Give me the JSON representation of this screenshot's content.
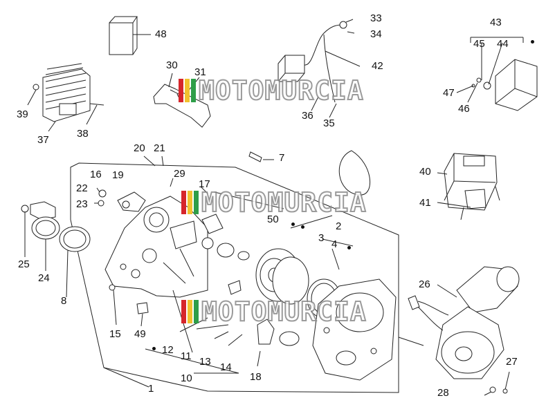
{
  "diagram": {
    "labels": {
      "l1": "1",
      "l2": "2",
      "l3": "3",
      "l4": "4",
      "l7": "7",
      "l8": "8",
      "l10": "10",
      "l11": "11",
      "l12": "12",
      "l13": "13",
      "l14": "14",
      "l15": "15",
      "l16": "16",
      "l17": "17",
      "l18": "18",
      "l19": "19",
      "l20": "20",
      "l21": "21",
      "l22": "22",
      "l23": "23",
      "l24": "24",
      "l25": "25",
      "l26": "26",
      "l27": "27",
      "l28": "28",
      "l29": "29",
      "l30": "30",
      "l31": "31",
      "l33": "33",
      "l34": "34",
      "l35": "35",
      "l36": "36",
      "l37": "37",
      "l38": "38",
      "l39": "39",
      "l40": "40",
      "l41": "41",
      "l42": "42",
      "l43": "43",
      "l44": "44",
      "l45": "45",
      "l46": "46",
      "l47": "47",
      "l48": "48",
      "l49": "49",
      "l50": "50"
    },
    "watermark": {
      "text": "MOTOMURCIA",
      "flag_colors": [
        "#d6262b",
        "#f2c12e",
        "#2e9e48"
      ]
    },
    "colors": {
      "line": "#222222",
      "part_fill": "#ffffff",
      "shade": "#d9d9d9"
    }
  }
}
